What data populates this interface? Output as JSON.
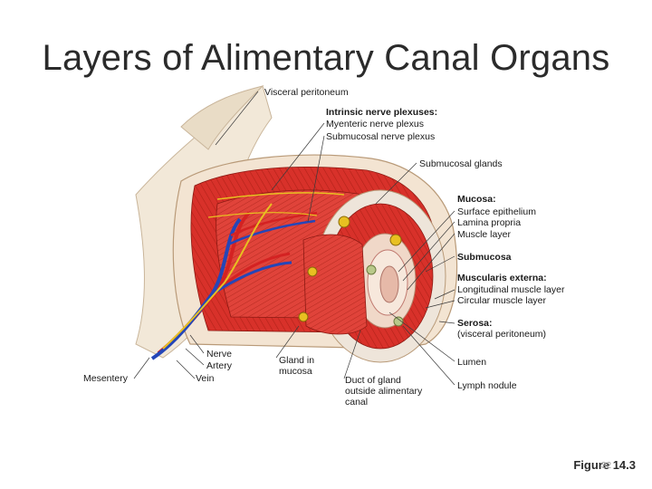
{
  "title": "Layers of Alimentary Canal Organs",
  "labels": {
    "visceral_peritoneum": "Visceral peritoneum",
    "intrinsic_header": "Intrinsic nerve plexuses:",
    "myenteric": "Myenteric nerve plexus",
    "submucosal_plexus": "Submucosal nerve plexus",
    "submucosal_glands": "Submucosal glands",
    "mucosa_header": "Mucosa:",
    "surface_epithelium": "Surface epithelium",
    "lamina_propria": "Lamina propria",
    "muscle_layer": "Muscle layer",
    "submucosa": "Submucosa",
    "muscularis_header": "Muscularis externa:",
    "longitudinal": "Longitudinal muscle layer",
    "circular": "Circular muscle layer",
    "serosa_header": "Serosa:",
    "serosa_sub": "(visceral peritoneum)",
    "lumen": "Lumen",
    "lymph_nodule": "Lymph nodule",
    "nerve": "Nerve",
    "artery": "Artery",
    "vein": "Vein",
    "mesentery": "Mesentery",
    "gland_mucosa_1": "Gland in",
    "gland_mucosa_2": "mucosa",
    "duct_1": "Duct of gland",
    "duct_2": "outside alimentary",
    "duct_3": "canal"
  },
  "caption": "Figure 14.3",
  "page_number": "32",
  "colors": {
    "muscle": "#d8312a",
    "muscle_dark": "#a81c17",
    "serosa": "#f3e4d2",
    "submucosa": "#eee5da",
    "artery": "#d42222",
    "vein": "#2546b8",
    "nerve": "#e8c021",
    "mesentery": "#f2e8d8"
  }
}
